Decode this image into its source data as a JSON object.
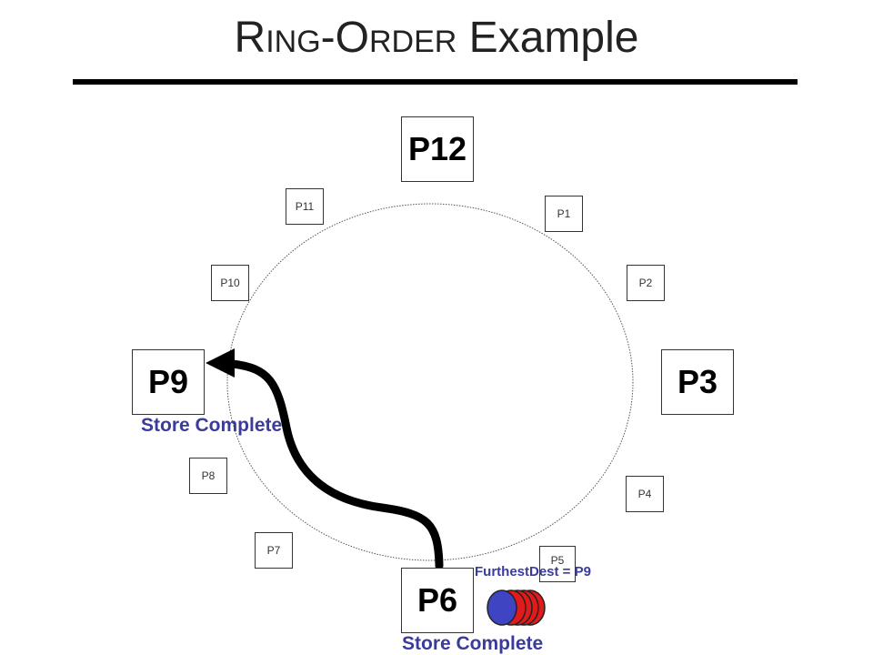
{
  "slide": {
    "title_part1_cap": "R",
    "title_part1_rest": "ING",
    "title_dash": "-",
    "title_part2_cap": "O",
    "title_part2_rest": "RDER",
    "title_part3": " Example"
  },
  "nodes": {
    "p12": "P12",
    "p3": "P3",
    "p6": "P6",
    "p9": "P9",
    "p1": "P1",
    "p2": "P2",
    "p4": "P4",
    "p5": "P5",
    "p7": "P7",
    "p8": "P8",
    "p10": "P10",
    "p11": "P11"
  },
  "labels": {
    "p9_status": "Store Complete",
    "p6_status": "Store Complete",
    "furthest_dest": "FurthestDest = P9"
  },
  "colors": {
    "label_blue": "#3b3b9c",
    "token_red": "#e11b1b",
    "token_blue": "#3f45c2"
  }
}
